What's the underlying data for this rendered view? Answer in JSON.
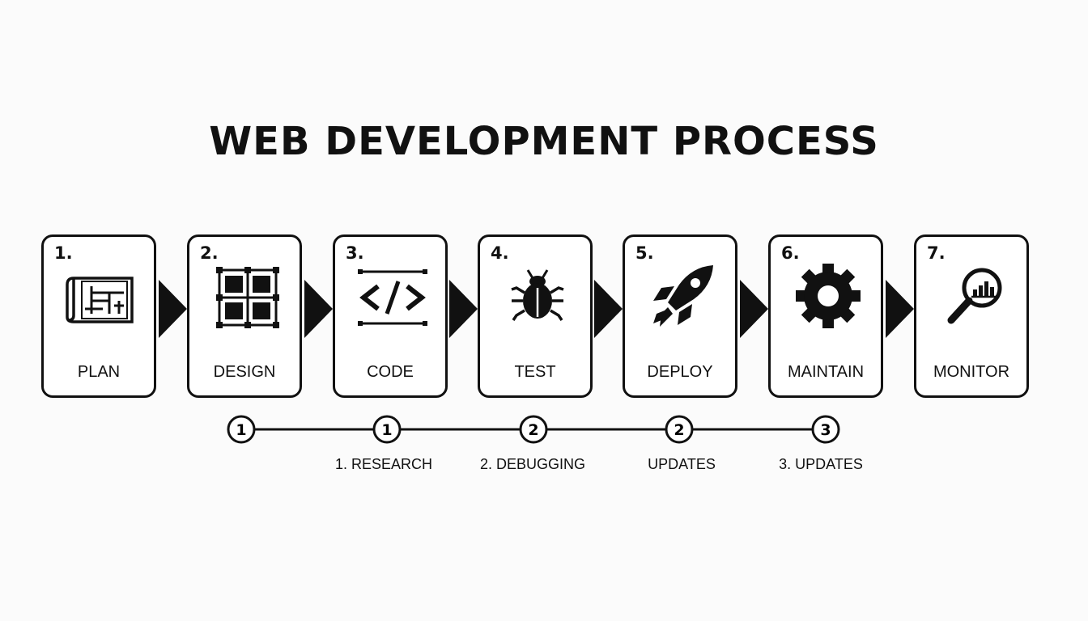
{
  "title": "WEB DEVELOPMENT PROCESS",
  "steps": [
    {
      "number": "1.",
      "label": "PLAN",
      "icon": "blueprint-icon"
    },
    {
      "number": "2.",
      "label": "DESIGN",
      "icon": "grid-layout-icon"
    },
    {
      "number": "3.",
      "label": "CODE",
      "icon": "code-brackets-icon"
    },
    {
      "number": "4.",
      "label": "TEST",
      "icon": "bug-icon"
    },
    {
      "number": "5.",
      "label": "DEPLOY",
      "icon": "rocket-icon"
    },
    {
      "number": "6.",
      "label": "MAINTAIN",
      "icon": "gear-icon"
    },
    {
      "number": "7.",
      "label": "MONITOR",
      "icon": "magnifier-chart-icon"
    }
  ],
  "timeline": {
    "markers": [
      "1",
      "1",
      "2",
      "2",
      "3"
    ],
    "captions": [
      "1. RESEARCH",
      "2. DEBUGGING",
      "UPDATES",
      "3. UPDATES"
    ]
  },
  "colors": {
    "ink": "#111111",
    "background": "#fbfbfb"
  }
}
